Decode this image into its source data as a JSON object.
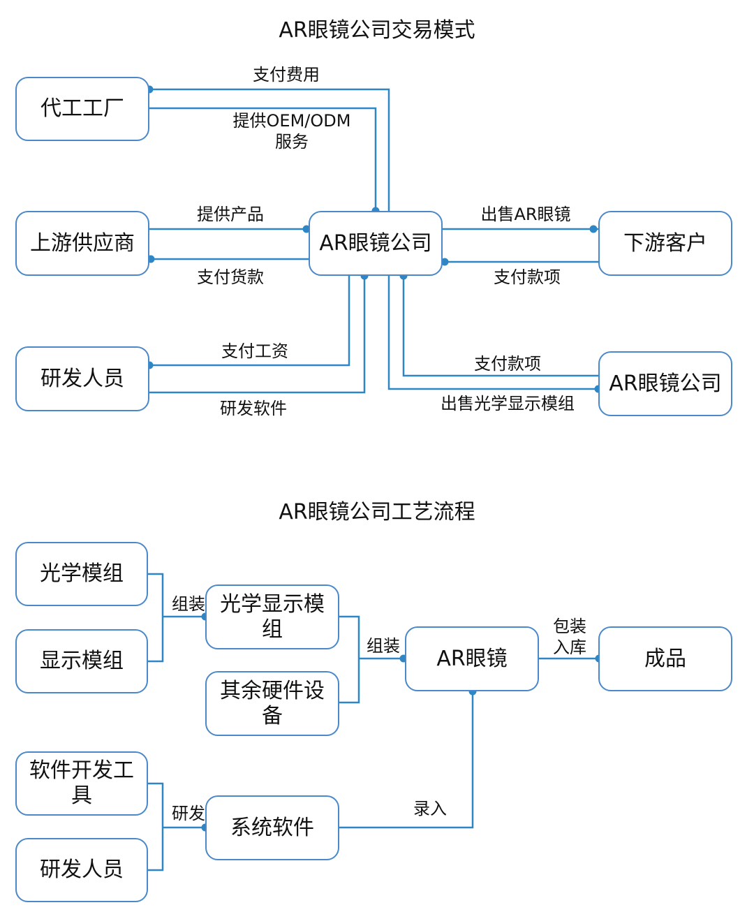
{
  "diagram1": {
    "title": "AR眼镜公司交易模式",
    "nodes": {
      "oem_factory": "代工工厂",
      "upstream": "上游供应商",
      "company": "AR眼镜公司",
      "downstream": "下游客户",
      "rnd": "研发人员",
      "company2": "AR眼镜公司"
    },
    "edges": {
      "pay_fee": "支付费用",
      "oem_service": "提供OEM/ODM\n服务",
      "provide_product": "提供产品",
      "pay_goods": "支付货款",
      "sell_ar": "出售AR眼镜",
      "pay_downstream": "支付款项",
      "pay_salary": "支付工资",
      "rnd_software": "研发软件",
      "pay_company2": "支付款项",
      "sell_module": "出售光学显示模组"
    }
  },
  "diagram2": {
    "title": "AR眼镜公司工艺流程",
    "nodes": {
      "optical_module": "光学模组",
      "display_module": "显示模组",
      "optical_display": "光学显示模组",
      "other_hardware": "其余硬件设备",
      "ar_glasses": "AR眼镜",
      "finished": "成品",
      "dev_tools": "软件开发工具",
      "rnd": "研发人员",
      "system_software": "系统软件"
    },
    "edges": {
      "assemble1": "组装",
      "assemble2": "组装",
      "package": "包装\n入库",
      "develop": "研发",
      "input": "录入"
    }
  }
}
